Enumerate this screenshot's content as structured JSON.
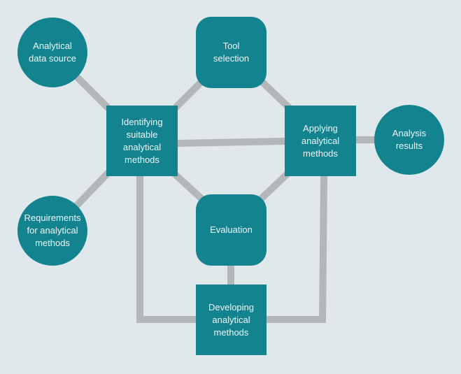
{
  "nodes": {
    "data_source": "Analytical\ndata source",
    "tool_selection": "Tool\nselection",
    "identifying": "Identifying\nsuitable\nanalytical\nmethods",
    "applying": "Applying\nanalytical\nmethods",
    "results": "Analysis\nresults",
    "requirements": "Requirements\nfor analytical\nmethods",
    "evaluation": "Evaluation",
    "developing": "Developing\nanalytical\nmethods"
  },
  "colors": {
    "node": "#13848f",
    "link": "#b3b7b9",
    "background": "#e1e8eb"
  }
}
